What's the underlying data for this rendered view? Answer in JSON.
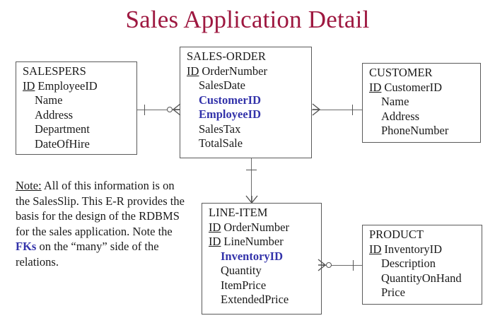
{
  "title": "Sales Application Detail",
  "colors": {
    "title": "#9e1840",
    "foreign_key": "#3333aa",
    "box_border": "#5a5a5a",
    "line": "#6b6b6b",
    "text": "#1a1a1a",
    "background": "#ffffff"
  },
  "entities": {
    "salespers": {
      "name": "SALESPERS",
      "attributes": [
        {
          "key": "ID",
          "label": "EmployeeID",
          "is_key": true,
          "is_fk": false
        },
        {
          "key": "",
          "label": "Name",
          "is_key": false,
          "is_fk": false
        },
        {
          "key": "",
          "label": "Address",
          "is_key": false,
          "is_fk": false
        },
        {
          "key": "",
          "label": "Department",
          "is_key": false,
          "is_fk": false
        },
        {
          "key": "",
          "label": "DateOfHire",
          "is_key": false,
          "is_fk": false
        }
      ]
    },
    "sales_order": {
      "name": "SALES-ORDER",
      "attributes": [
        {
          "key": "ID",
          "label": "OrderNumber",
          "is_key": true,
          "is_fk": false
        },
        {
          "key": "",
          "label": "SalesDate",
          "is_key": false,
          "is_fk": false
        },
        {
          "key": "",
          "label": "CustomerID",
          "is_key": false,
          "is_fk": true
        },
        {
          "key": "",
          "label": "EmployeeID",
          "is_key": false,
          "is_fk": true
        },
        {
          "key": "",
          "label": "SalesTax",
          "is_key": false,
          "is_fk": false
        },
        {
          "key": "",
          "label": "TotalSale",
          "is_key": false,
          "is_fk": false
        }
      ]
    },
    "customer": {
      "name": "CUSTOMER",
      "attributes": [
        {
          "key": "ID",
          "label": "CustomerID",
          "is_key": true,
          "is_fk": false
        },
        {
          "key": "",
          "label": "Name",
          "is_key": false,
          "is_fk": false
        },
        {
          "key": "",
          "label": "Address",
          "is_key": false,
          "is_fk": false
        },
        {
          "key": "",
          "label": "PhoneNumber",
          "is_key": false,
          "is_fk": false
        }
      ]
    },
    "line_item": {
      "name": "LINE-ITEM",
      "attributes": [
        {
          "key": "ID",
          "label": "OrderNumber",
          "is_key": true,
          "is_fk": false
        },
        {
          "key": "ID",
          "label": "LineNumber",
          "is_key": true,
          "is_fk": false
        },
        {
          "key": "",
          "label": "InventoryID",
          "is_key": false,
          "is_fk": true
        },
        {
          "key": "",
          "label": "Quantity",
          "is_key": false,
          "is_fk": false
        },
        {
          "key": "",
          "label": "ItemPrice",
          "is_key": false,
          "is_fk": false
        },
        {
          "key": "",
          "label": "ExtendedPrice",
          "is_key": false,
          "is_fk": false
        }
      ]
    },
    "product": {
      "name": "PRODUCT",
      "attributes": [
        {
          "key": "ID",
          "label": "InventoryID",
          "is_key": true,
          "is_fk": false
        },
        {
          "key": "",
          "label": "Description",
          "is_key": false,
          "is_fk": false
        },
        {
          "key": "",
          "label": "QuantityOnHand",
          "is_key": false,
          "is_fk": false
        },
        {
          "key": "",
          "label": "Price",
          "is_key": false,
          "is_fk": false
        }
      ]
    }
  },
  "relationships": [
    {
      "id": "salespers-salesorder",
      "from": "SALESPERS",
      "to": "SALES-ORDER",
      "from_cardinality": "one",
      "to_cardinality": "zero-or-many"
    },
    {
      "id": "salesorder-customer",
      "from": "SALES-ORDER",
      "to": "CUSTOMER",
      "from_cardinality": "many",
      "to_cardinality": "one"
    },
    {
      "id": "salesorder-lineitem",
      "from": "SALES-ORDER",
      "to": "LINE-ITEM",
      "from_cardinality": "one",
      "to_cardinality": "many"
    },
    {
      "id": "lineitem-product",
      "from": "LINE-ITEM",
      "to": "PRODUCT",
      "from_cardinality": "zero-or-many",
      "to_cardinality": "one"
    }
  ],
  "note": {
    "label": "Note:",
    "text_1": " All of this information is on the SalesSlip. This E-R provides the basis for the design of the RDBMS for the sales application. Note the ",
    "fk_word": "FKs",
    "text_2": " on the “many” side of the relations."
  }
}
